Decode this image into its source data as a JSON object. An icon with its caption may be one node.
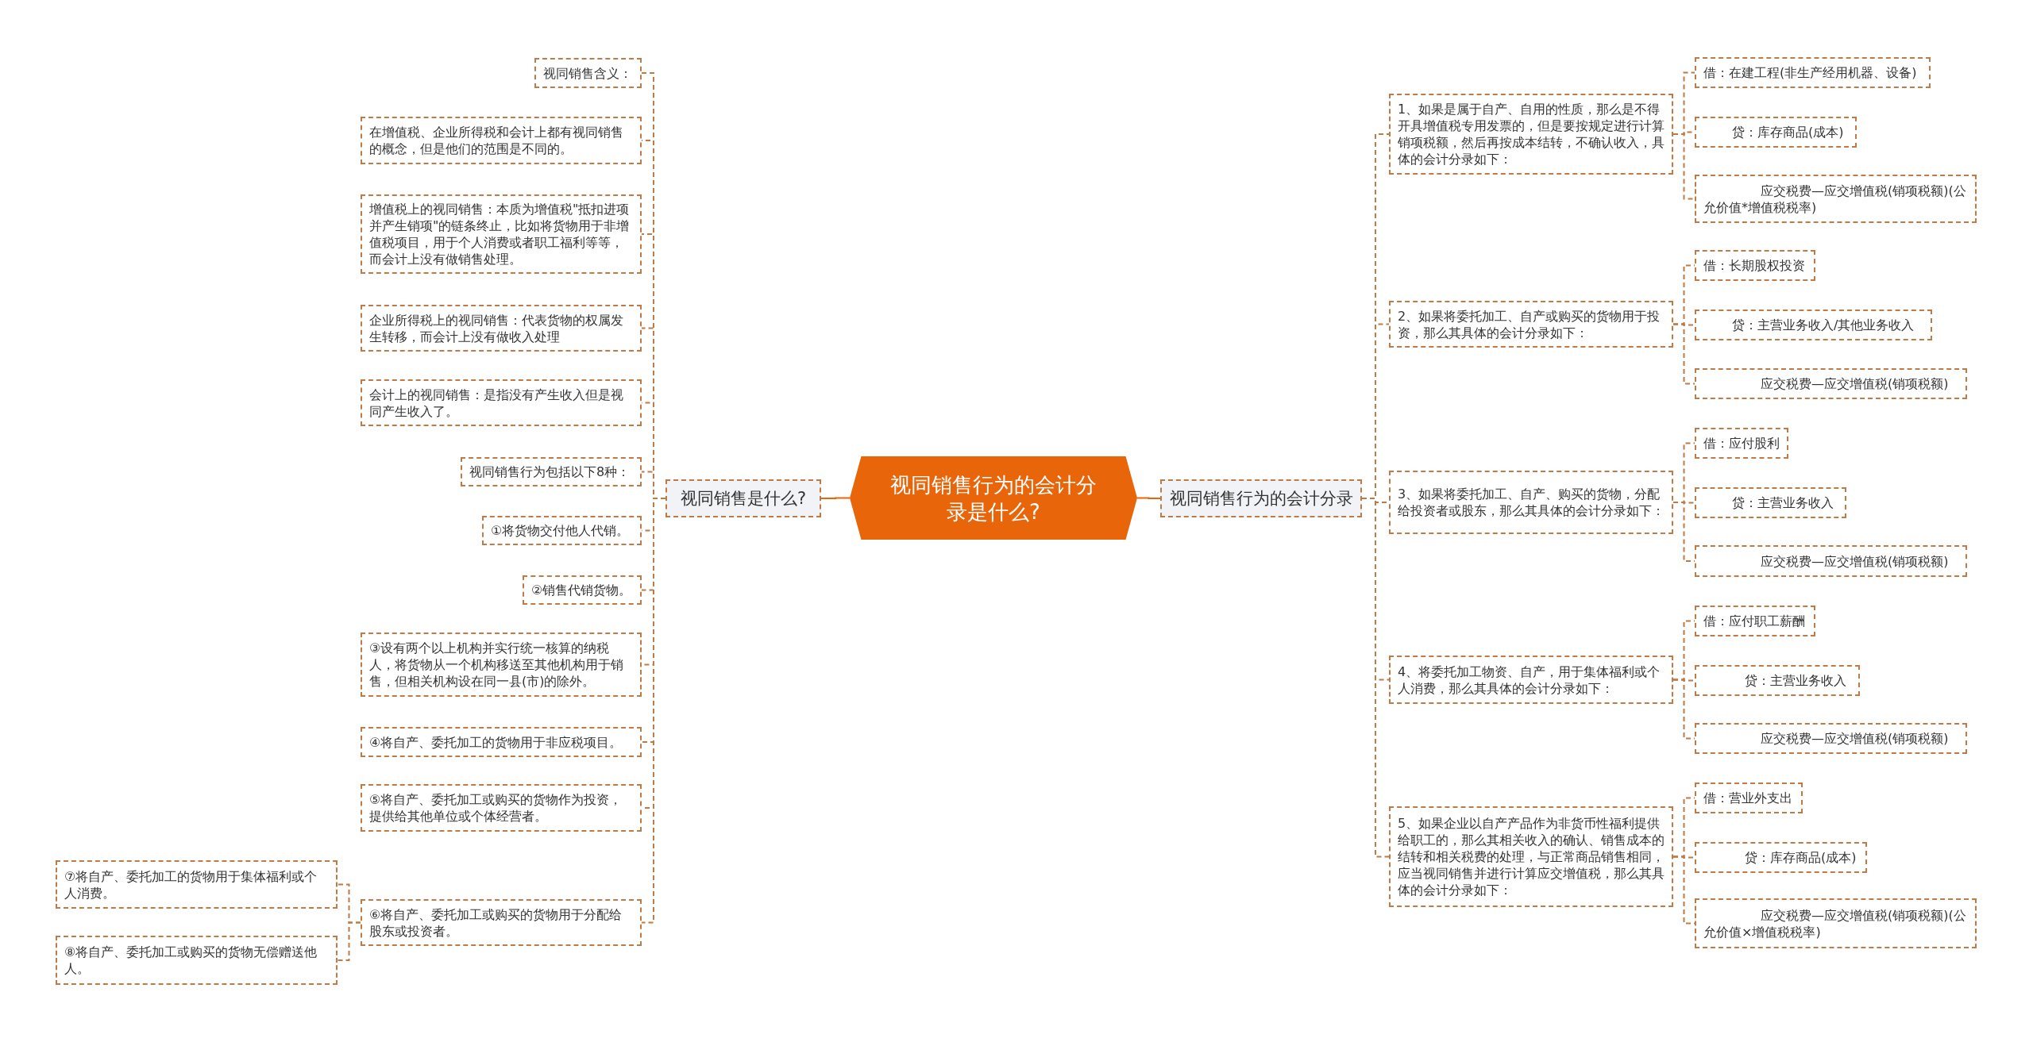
{
  "diagram": {
    "nodes": [
      {
        "text": [
          "视同销售行为的会计分录是什么?"
        ]
      },
      {
        "text": [
          "视同销售是什么?"
        ]
      },
      {
        "text": [
          "视同销售行为的会计分录"
        ]
      },
      {
        "text": [
          "视同销售含义："
        ]
      },
      {
        "text": [
          "在增值税、企业所得税和会计上都有视同销售的概念，但是他们的范围是不同的。"
        ]
      },
      {
        "text": [
          "增值税上的视同销售：本质为增值税\"抵扣进项并产生销项\"的链条终止，比如将货物用于非增值税项目，用于个人消费或者职工福利等等，而会计上没有做销售处理。"
        ]
      },
      {
        "text": [
          "企业所得税上的视同销售：代表货物的权属发生转移，而会计上没有做收入处理"
        ]
      },
      {
        "text": [
          "会计上的视同销售：是指没有产生收入但是视同产生收入了。"
        ]
      },
      {
        "text": [
          "视同销售行为包括以下8种："
        ]
      },
      {
        "text": [
          "①将货物交付他人代销。"
        ]
      },
      {
        "text": [
          "②销售代销货物。"
        ]
      },
      {
        "text": [
          "③设有两个以上机构并实行统一核算的纳税人，将货物从一个机构移送至其他机构用于销售，但相关机构设在同一县(市)的除外。"
        ]
      },
      {
        "text": [
          "④将自产、委托加工的货物用于非应税项目。"
        ]
      },
      {
        "text": [
          "⑤将自产、委托加工或购买的货物作为投资，提供给其他单位或个体经营者。"
        ]
      },
      {
        "text": [
          "⑥将自产、委托加工或购买的货物用于分配给股东或投资者。"
        ]
      },
      {
        "text": [
          "⑦将自产、委托加工的货物用于集体福利或个人消费。"
        ]
      },
      {
        "text": [
          "⑧将自产、委托加工或购买的货物无偿赠送他人。"
        ]
      },
      {
        "text": [
          "1、如果是属于自产、自用的性质，那么是不得开具增值税专用发票的，但是要按规定进行计算销项税额，然后再按成本结转，不确认收入，具体的会计分录如下："
        ]
      },
      {
        "text": [
          "借：在建工程(非生产经用机器、设备)"
        ]
      },
      {
        "text": [
          "贷：库存商品(成本)"
        ]
      },
      {
        "text": [
          "应交税费—应交增值税(销项税额)(公允价值*增值税税率)"
        ]
      },
      {
        "text": [
          "2、如果将委托加工、自产或购买的货物用于投资，那么其具体的会计分录如下："
        ]
      },
      {
        "text": [
          "借：长期股权投资"
        ]
      },
      {
        "text": [
          "贷：主营业务收入/其他业务收入"
        ]
      },
      {
        "text": [
          "应交税费—应交增值税(销项税额)"
        ]
      },
      {
        "text": [
          "3、如果将委托加工、自产、购买的货物，分配给投资者或股东，那么其具体的会计分录如下："
        ]
      },
      {
        "text": [
          "借：应付股利"
        ]
      },
      {
        "text": [
          "贷：主营业务收入"
        ]
      },
      {
        "text": [
          "应交税费—应交增值税(销项税额)"
        ]
      },
      {
        "text": [
          "4、将委托加工物资、自产，用于集体福利或个人消费，那么其具体的会计分录如下："
        ]
      },
      {
        "text": [
          "借：应付职工薪酬"
        ]
      },
      {
        "text": [
          "贷：主营业务收入"
        ]
      },
      {
        "text": [
          "应交税费—应交增值税(销项税额)"
        ]
      },
      {
        "text": [
          "5、如果企业以自产产品作为非货币性福利提供给职工的，那么其相关收入的确认、销售成本的结转和相关税费的处理，与正常商品销售相同，应当视同销售并进行计算应交增值税，那么其具体的会计分录如下："
        ]
      },
      {
        "text": [
          "借：营业外支出"
        ]
      },
      {
        "text": [
          "贷：库存商品(成本)"
        ]
      },
      {
        "text": [
          "应交税费—应交增值税(销项税额)(公允价值×增值税税率)"
        ]
      }
    ],
    "edges": [
      {
        "from": 0,
        "to": 1,
        "arrow": "none",
        "color": "#e8650a"
      },
      {
        "from": 0,
        "to": 2,
        "arrow": "none",
        "color": "#e8650a"
      },
      {
        "from": 1,
        "to": 3,
        "arrow": "none",
        "style": "dashed"
      },
      {
        "from": 1,
        "to": 4,
        "arrow": "none",
        "style": "dashed"
      },
      {
        "from": 1,
        "to": 5,
        "arrow": "none",
        "style": "dashed"
      },
      {
        "from": 1,
        "to": 6,
        "arrow": "none",
        "style": "dashed"
      },
      {
        "from": 1,
        "to": 7,
        "arrow": "none",
        "style": "dashed"
      },
      {
        "from": 1,
        "to": 8,
        "arrow": "none",
        "style": "dashed"
      },
      {
        "from": 1,
        "to": 9,
        "arrow": "none",
        "style": "dashed"
      },
      {
        "from": 1,
        "to": 10,
        "arrow": "none",
        "style": "dashed"
      },
      {
        "from": 1,
        "to": 11,
        "arrow": "none",
        "style": "dashed"
      },
      {
        "from": 1,
        "to": 12,
        "arrow": "none",
        "style": "dashed"
      },
      {
        "from": 1,
        "to": 13,
        "arrow": "none",
        "style": "dashed"
      },
      {
        "from": 1,
        "to": 14,
        "arrow": "none",
        "style": "dashed"
      },
      {
        "from": 14,
        "to": 15,
        "arrow": "none",
        "style": "dashed"
      },
      {
        "from": 14,
        "to": 16,
        "arrow": "none",
        "style": "dashed"
      },
      {
        "from": 2,
        "to": 17,
        "arrow": "none",
        "style": "dashed"
      },
      {
        "from": 2,
        "to": 21,
        "arrow": "none",
        "style": "dashed"
      },
      {
        "from": 2,
        "to": 25,
        "arrow": "none",
        "style": "dashed"
      },
      {
        "from": 2,
        "to": 29,
        "arrow": "none",
        "style": "dashed"
      },
      {
        "from": 2,
        "to": 33,
        "arrow": "none",
        "style": "dashed"
      },
      {
        "from": 17,
        "to": 18,
        "arrow": "none",
        "style": "dashed"
      },
      {
        "from": 17,
        "to": 19,
        "arrow": "none",
        "style": "dashed"
      },
      {
        "from": 17,
        "to": 20,
        "arrow": "none",
        "style": "dashed"
      },
      {
        "from": 21,
        "to": 22,
        "arrow": "none",
        "style": "dashed"
      },
      {
        "from": 21,
        "to": 23,
        "arrow": "none",
        "style": "dashed"
      },
      {
        "from": 21,
        "to": 24,
        "arrow": "none",
        "style": "dashed"
      },
      {
        "from": 25,
        "to": 26,
        "arrow": "none",
        "style": "dashed"
      },
      {
        "from": 25,
        "to": 27,
        "arrow": "none",
        "style": "dashed"
      },
      {
        "from": 25,
        "to": 28,
        "arrow": "none",
        "style": "dashed"
      },
      {
        "from": 29,
        "to": 30,
        "arrow": "none",
        "style": "dashed"
      },
      {
        "from": 29,
        "to": 31,
        "arrow": "none",
        "style": "dashed"
      },
      {
        "from": 29,
        "to": 32,
        "arrow": "none",
        "style": "dashed"
      },
      {
        "from": 33,
        "to": 34,
        "arrow": "none",
        "style": "dashed"
      },
      {
        "from": 33,
        "to": 35,
        "arrow": "none",
        "style": "dashed"
      },
      {
        "from": 33,
        "to": 36,
        "arrow": "none",
        "style": "dashed"
      }
    ]
  }
}
